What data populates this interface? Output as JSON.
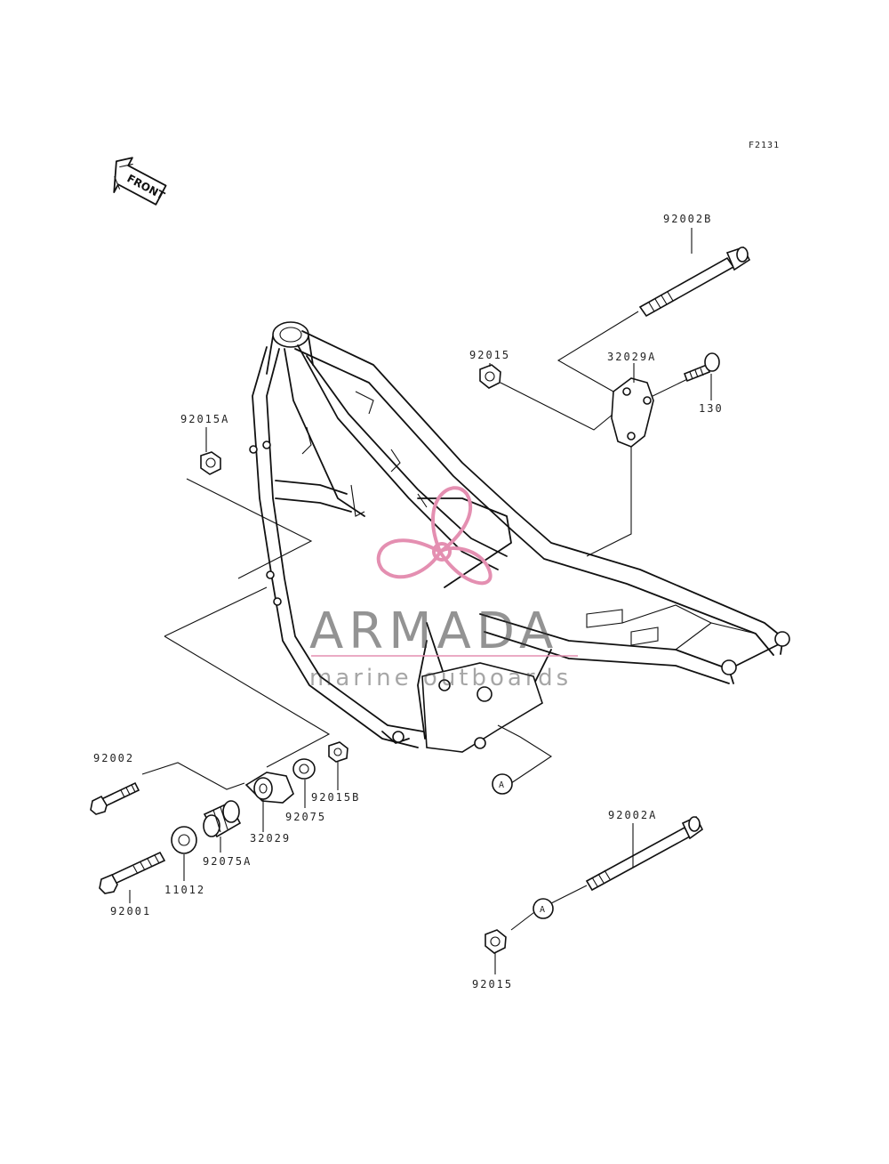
{
  "figure_code": "F2131",
  "front_arrow_label": "FRONT",
  "parts": {
    "p92002B": "92002B",
    "p92015_top": "92015",
    "p32029A": "32029A",
    "p130": "130",
    "p92015A": "92015A",
    "p92002": "92002",
    "p32029": "32029",
    "p92075": "92075",
    "p92015B": "92015B",
    "p92075A": "92075A",
    "p11012": "11012",
    "p92001": "92001",
    "p92002A": "92002A",
    "p92015_bottom": "92015"
  },
  "callouts": {
    "a1": "A",
    "a2": "A"
  },
  "watermark": {
    "brand": "ARMADA",
    "tagline": "marine outboards",
    "accent_color": "#e48fb1"
  }
}
